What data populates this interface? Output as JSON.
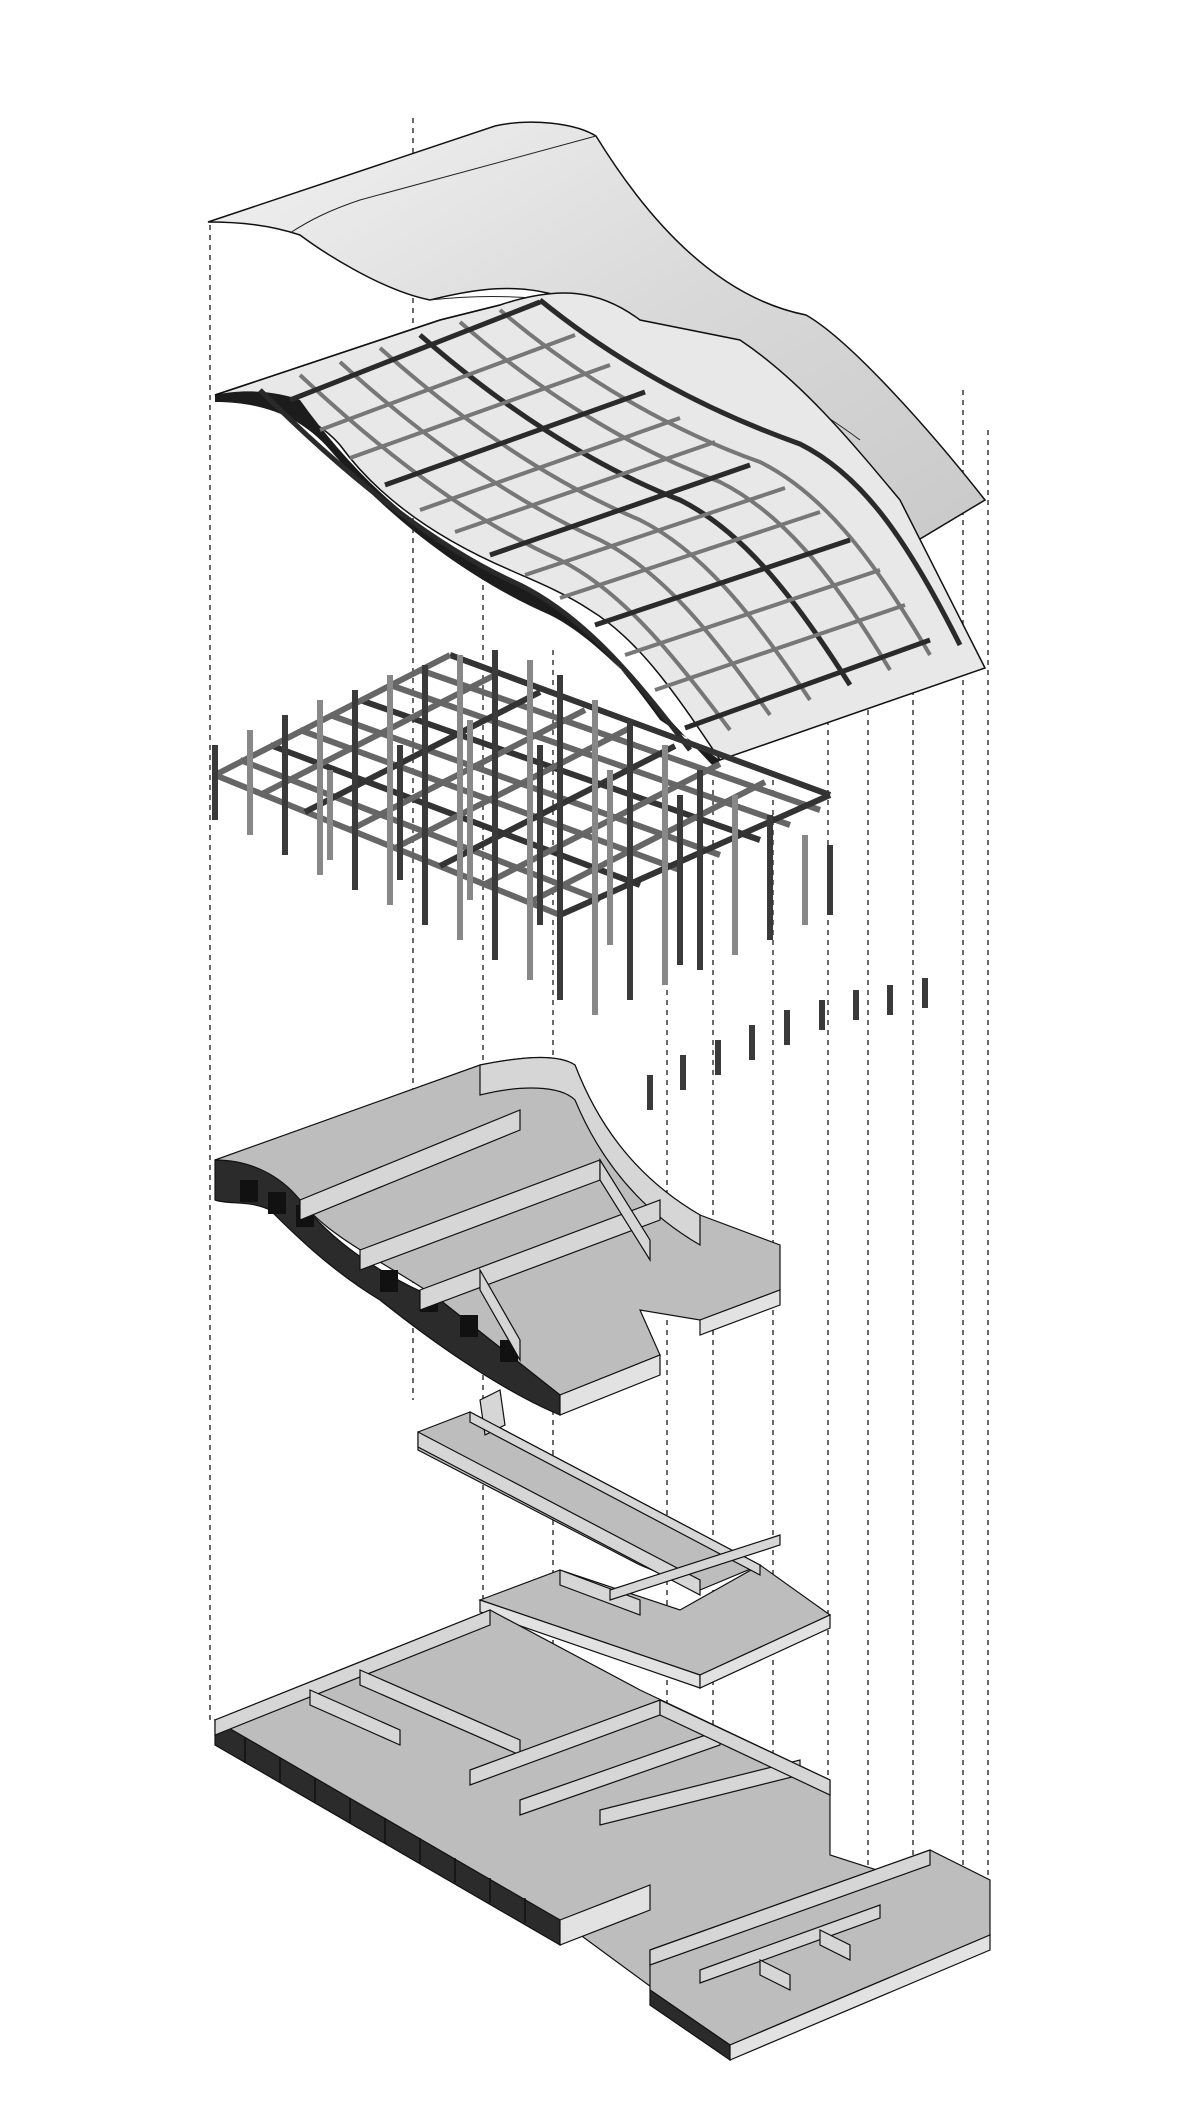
{
  "diagram": {
    "kind": "exploded-axonometric-building",
    "colors": {
      "background": "#ffffff",
      "line": "#111111",
      "membrane": "#d9d9d9",
      "structure_dark": "#2a2a2a",
      "structure_light": "#8a8a8a",
      "slab": "#bdbdbd"
    },
    "layers": [
      {
        "id": "roof-membrane"
      },
      {
        "id": "roof-structure-grid"
      },
      {
        "id": "column-beam-frame"
      },
      {
        "id": "upper-floor-volume"
      },
      {
        "id": "middle-floor-volume"
      },
      {
        "id": "ground-floor-volume"
      }
    ],
    "guide_lines": {
      "style": "dashed",
      "count": 12
    }
  }
}
